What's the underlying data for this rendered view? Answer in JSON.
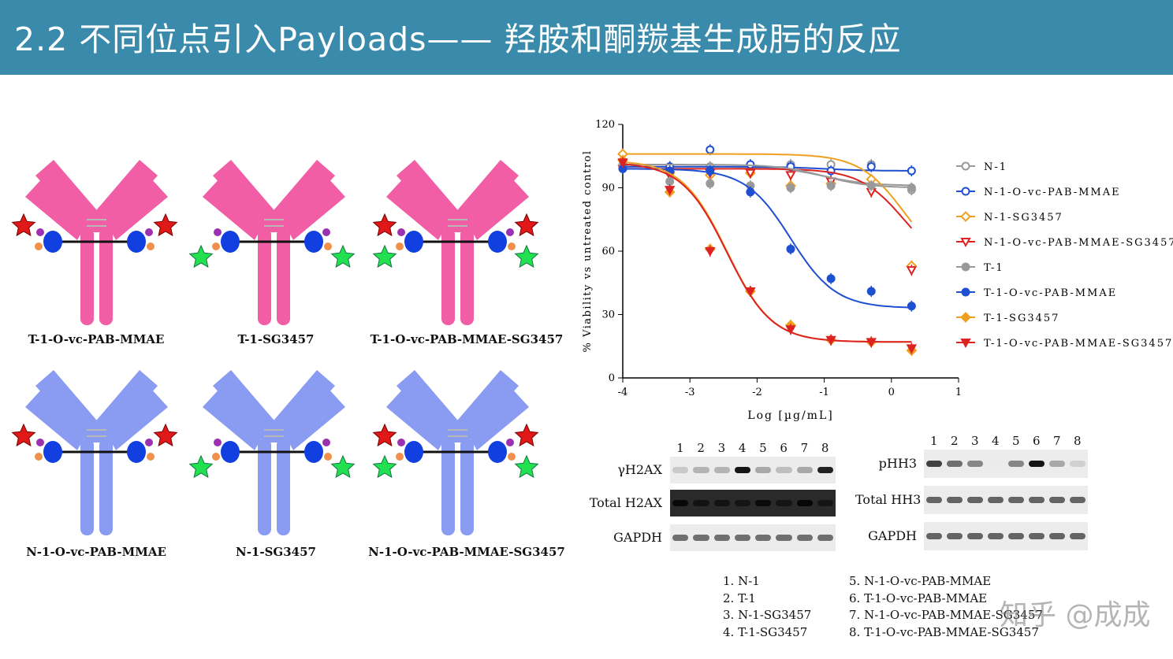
{
  "header": {
    "title": "2.2 不同位点引入Payloads—— 羟胺和酮羰基生成肟的反应"
  },
  "antibodies": [
    {
      "label": "T-1-O-vc-PAB-MMAE",
      "color": "#f25ea6",
      "payload": "mmae"
    },
    {
      "label": "T-1-SG3457",
      "color": "#f25ea6",
      "payload": "sg"
    },
    {
      "label": "T-1-O-vc-PAB-MMAE-SG3457",
      "color": "#f25ea6",
      "payload": "both"
    },
    {
      "label": "N-1-O-vc-PAB-MMAE",
      "color": "#8a9cf2",
      "payload": "mmae"
    },
    {
      "label": "N-1-SG3457",
      "color": "#8a9cf2",
      "payload": "sg"
    },
    {
      "label": "N-1-O-vc-PAB-MMAE-SG3457",
      "color": "#8a9cf2",
      "payload": "both"
    }
  ],
  "chart_data": {
    "type": "scatter",
    "ylabel": "% Viability vs untreated control",
    "xlabel": "Log [µg/mL]",
    "xlim": [
      -4,
      1
    ],
    "ylim": [
      0,
      120
    ],
    "xticks": [
      "-4",
      "-3",
      "-2",
      "-1",
      "0",
      "1"
    ],
    "yticks": [
      "0",
      "30",
      "60",
      "90",
      "120"
    ],
    "legend_position": "right",
    "x": [
      -4,
      -3.3,
      -2.7,
      -2.1,
      -1.5,
      -0.9,
      -0.3,
      0.3
    ],
    "series": [
      {
        "name": "N-1",
        "color": "#999999",
        "marker": "circle-open",
        "values": [
          100,
          99,
          100,
          100,
          101,
          101,
          101,
          89
        ],
        "fit": [
          -1,
          0.91
        ]
      },
      {
        "name": "N-1-O-vc-PAB-MMAE",
        "color": "#1f4fd1",
        "marker": "circle-open",
        "values": [
          100,
          100,
          108,
          101,
          100,
          98,
          100,
          98
        ],
        "fit": [
          -1,
          0.98
        ]
      },
      {
        "name": "N-1-SG3457",
        "color": "#f0a020",
        "marker": "diamond-open",
        "values": [
          106,
          97,
          96,
          97,
          91,
          92,
          94,
          53
        ],
        "fit": [
          0.2,
          0.5
        ]
      },
      {
        "name": "N-1-O-vc-PAB-MMAE-SG3457",
        "color": "#dd2222",
        "marker": "triangle-open",
        "values": [
          99,
          96,
          97,
          97,
          96,
          93,
          88,
          51
        ],
        "fit": [
          0.2,
          0.5
        ]
      },
      {
        "name": "T-1",
        "color": "#999999",
        "marker": "circle",
        "values": [
          101,
          93,
          92,
          91,
          90,
          91,
          91,
          90
        ],
        "fit": [
          -1,
          0.9
        ]
      },
      {
        "name": "T-1-O-vc-PAB-MMAE",
        "color": "#1f4fd1",
        "marker": "circle",
        "values": [
          99,
          98,
          98,
          88,
          61,
          47,
          41,
          34
        ],
        "fit": [
          -1.5,
          0.33
        ]
      },
      {
        "name": "T-1-SG3457",
        "color": "#f0a020",
        "marker": "diamond",
        "values": [
          103,
          88,
          61,
          41,
          25,
          18,
          17,
          13
        ],
        "fit": [
          -2.45,
          0.17
        ]
      },
      {
        "name": "T-1-O-vc-PAB-MMAE-SG3457",
        "color": "#dd2222",
        "marker": "triangle",
        "values": [
          102,
          89,
          60,
          41,
          23,
          18,
          17,
          14
        ],
        "fit": [
          -2.45,
          0.17
        ]
      }
    ]
  },
  "blots": {
    "left": {
      "lanes": [
        "1",
        "2",
        "3",
        "4",
        "5",
        "6",
        "7",
        "8"
      ],
      "rows": [
        {
          "label": "γH2AX",
          "intensity": [
            0.15,
            0.25,
            0.25,
            0.95,
            0.3,
            0.2,
            0.3,
            0.9
          ]
        },
        {
          "label": "Total H2AX",
          "intensity": [
            0.8,
            0.55,
            0.55,
            0.5,
            0.75,
            0.5,
            0.85,
            0.5
          ]
        },
        {
          "label": "GAPDH",
          "intensity": [
            0.55,
            0.55,
            0.55,
            0.55,
            0.55,
            0.55,
            0.55,
            0.55
          ]
        }
      ]
    },
    "right": {
      "lanes": [
        "1",
        "2",
        "3",
        "4",
        "5",
        "6",
        "7",
        "8"
      ],
      "rows": [
        {
          "label": "pHH3",
          "intensity": [
            0.75,
            0.55,
            0.45,
            0.0,
            0.45,
            0.95,
            0.3,
            0.12
          ]
        },
        {
          "label": "Total HH3",
          "intensity": [
            0.6,
            0.6,
            0.6,
            0.6,
            0.6,
            0.6,
            0.6,
            0.6
          ]
        },
        {
          "label": "GAPDH",
          "intensity": [
            0.6,
            0.6,
            0.6,
            0.6,
            0.6,
            0.6,
            0.6,
            0.6
          ]
        }
      ]
    }
  },
  "lane_key": {
    "col1": [
      "1.  N-1",
      "2.  T-1",
      "3.  N-1-SG3457",
      "4.  T-1-SG3457"
    ],
    "col2": [
      "5.  N-1-O-vc-PAB-MMAE",
      "6.  T-1-O-vc-PAB-MMAE",
      "7.  N-1-O-vc-PAB-MMAE-SG3457",
      "8.  T-1-O-vc-PAB-MMAE-SG3457"
    ]
  },
  "watermark": "知乎 @成成"
}
